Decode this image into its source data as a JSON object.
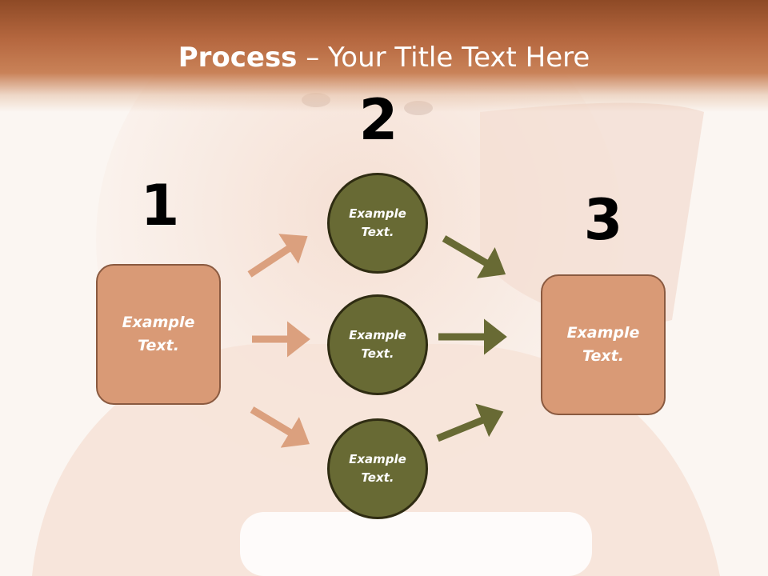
{
  "slide": {
    "title_bold": "Process",
    "title_rest": " – Your Title Text Here",
    "numbers": [
      "1",
      "2",
      "3"
    ],
    "left_box": "Example\nText.",
    "right_box": "Example\nText.",
    "circles": [
      "Example\nText.",
      "Example\nText.",
      "Example\nText."
    ]
  },
  "colors": {
    "header": "#b5673f",
    "box_fill": "#d99a76",
    "circle_fill": "#686a34",
    "arrow_left": "#dba07e",
    "arrow_right": "#686a34"
  }
}
